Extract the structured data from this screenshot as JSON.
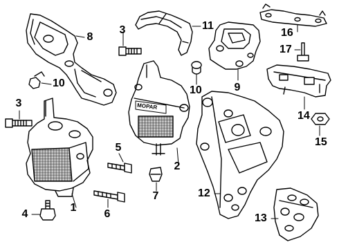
{
  "callouts": [
    {
      "id": "c1",
      "text": "1"
    },
    {
      "id": "c2",
      "text": "2"
    },
    {
      "id": "c3a",
      "text": "3"
    },
    {
      "id": "c3b",
      "text": "3"
    },
    {
      "id": "c4",
      "text": "4"
    },
    {
      "id": "c5",
      "text": "5"
    },
    {
      "id": "c6",
      "text": "6"
    },
    {
      "id": "c7",
      "text": "7"
    },
    {
      "id": "c8",
      "text": "8"
    },
    {
      "id": "c9",
      "text": "9"
    },
    {
      "id": "c10a",
      "text": "10"
    },
    {
      "id": "c10b",
      "text": "10"
    },
    {
      "id": "c11",
      "text": "11"
    },
    {
      "id": "c12",
      "text": "12"
    },
    {
      "id": "c13",
      "text": "13"
    },
    {
      "id": "c14",
      "text": "14"
    },
    {
      "id": "c15",
      "text": "15"
    },
    {
      "id": "c16",
      "text": "16"
    },
    {
      "id": "c17",
      "text": "17"
    }
  ],
  "brand_text": "MOPAR",
  "colors": {
    "ink": "#000000",
    "paper": "#ffffff",
    "shade": "#d9d9d9"
  }
}
